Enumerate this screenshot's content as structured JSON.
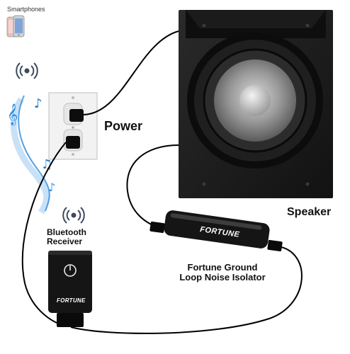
{
  "labels": {
    "smartphones": "Smartphones",
    "power": "Power",
    "speaker": "Speaker",
    "bt_line1": "Bluetooth",
    "bt_line2": "Receiver",
    "isolator_line1": "Fortune Ground",
    "isolator_line2": "Loop Noise Isolator",
    "isolator_brand": "FORTUNE",
    "receiver_brand": "FORTUNE"
  },
  "icons": [
    "smartphone-icon",
    "bluetooth-wave-icon",
    "music-notes-icon",
    "power-button-icon"
  ],
  "colors": {
    "speaker_cabinet": "#1c1c1c",
    "woofer_cone": "#8a8a8a",
    "outlet_plate": "#f2f2f2",
    "device_body": "#151515",
    "cable": "#000000",
    "music_accent": "#2a8be0"
  }
}
